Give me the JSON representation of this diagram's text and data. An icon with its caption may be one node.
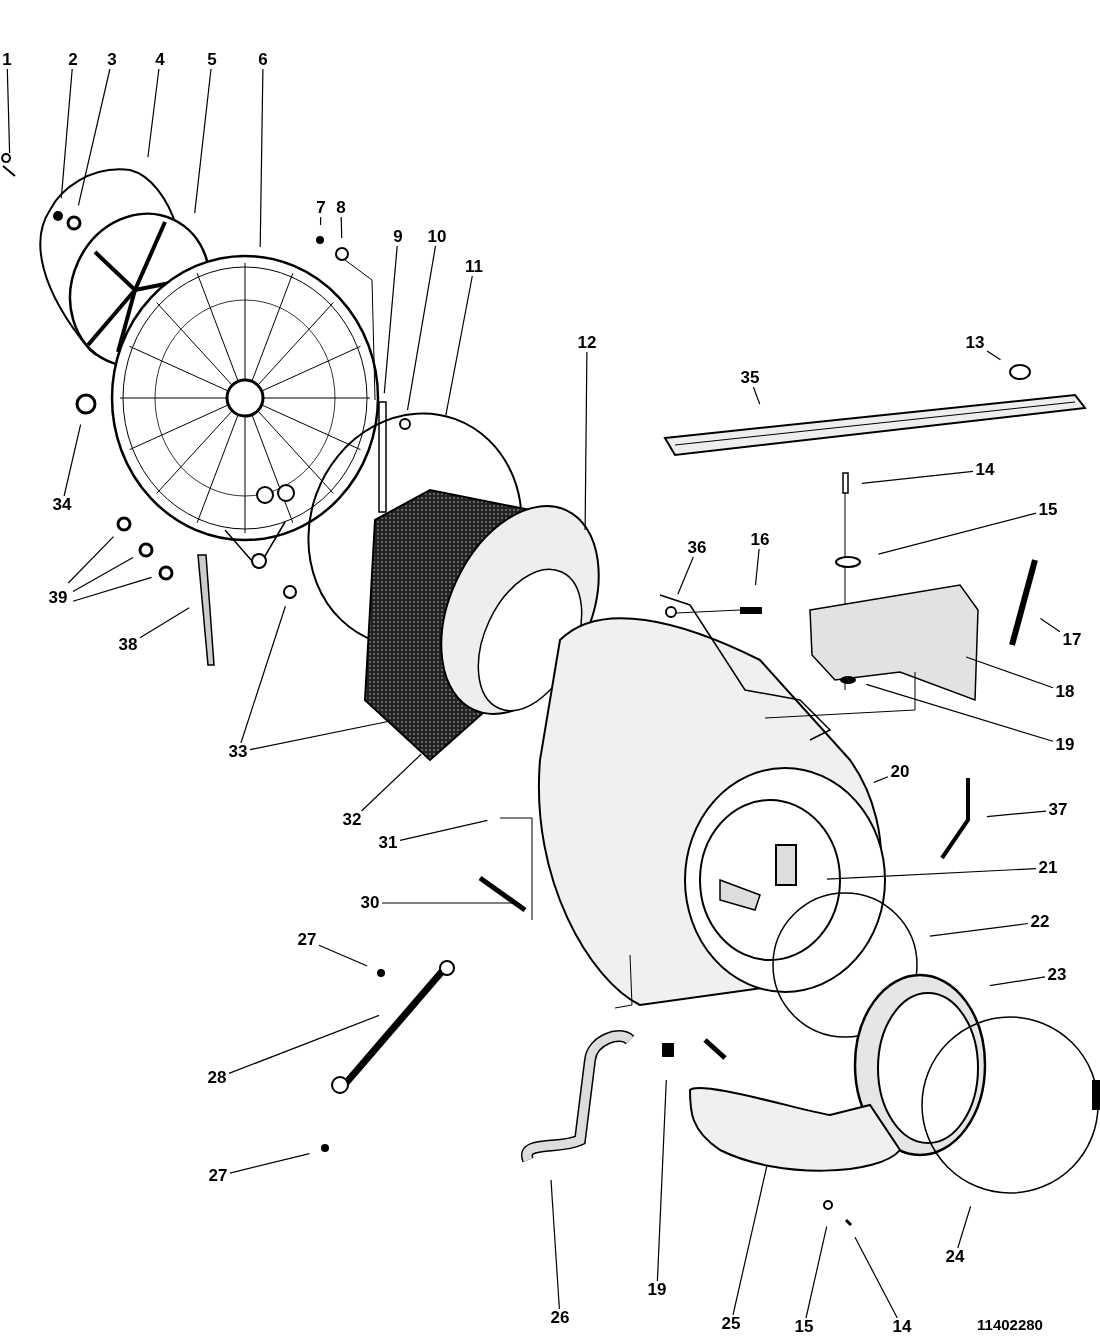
{
  "diagram": {
    "nodes": [
      {
        "text": [
          "1"
        ]
      },
      {
        "text": [
          "2"
        ]
      },
      {
        "text": [
          "3"
        ]
      },
      {
        "text": [
          "4"
        ]
      },
      {
        "text": [
          "5"
        ]
      },
      {
        "text": [
          "6"
        ]
      },
      {
        "text": [
          "7"
        ]
      },
      {
        "text": [
          "8"
        ]
      },
      {
        "text": [
          "9"
        ]
      },
      {
        "text": [
          "10"
        ]
      },
      {
        "text": [
          "11"
        ]
      },
      {
        "text": [
          "12"
        ]
      },
      {
        "text": [
          "13"
        ]
      },
      {
        "text": [
          "35"
        ]
      },
      {
        "text": [
          "14"
        ]
      },
      {
        "text": [
          "15"
        ]
      },
      {
        "text": [
          "36"
        ]
      },
      {
        "text": [
          "16"
        ]
      },
      {
        "text": [
          "17"
        ]
      },
      {
        "text": [
          "18"
        ]
      },
      {
        "text": [
          "19"
        ]
      },
      {
        "text": [
          "34"
        ]
      },
      {
        "text": [
          "39"
        ]
      },
      {
        "text": [
          "38"
        ]
      },
      {
        "text": [
          "33"
        ]
      },
      {
        "text": [
          "32"
        ]
      },
      {
        "text": [
          "31"
        ]
      },
      {
        "text": [
          "30"
        ]
      },
      {
        "text": [
          "20"
        ]
      },
      {
        "text": [
          "37"
        ]
      },
      {
        "text": [
          "21"
        ]
      },
      {
        "text": [
          "22"
        ]
      },
      {
        "text": [
          "23"
        ]
      },
      {
        "text": [
          "24"
        ]
      },
      {
        "text": [
          "27"
        ]
      },
      {
        "text": [
          "28"
        ]
      },
      {
        "text": [
          "27"
        ]
      },
      {
        "text": [
          "26"
        ]
      },
      {
        "text": [
          "19"
        ]
      },
      {
        "text": [
          "25"
        ]
      },
      {
        "text": [
          "15"
        ]
      },
      {
        "text": [
          "14"
        ]
      }
    ],
    "edges": [
      {
        "from": 0,
        "to": null,
        "arrow": "none"
      },
      {
        "from": 1,
        "to": null,
        "arrow": "none"
      },
      {
        "from": 2,
        "to": null,
        "arrow": "none"
      },
      {
        "from": 3,
        "to": null,
        "arrow": "none"
      },
      {
        "from": 4,
        "to": null,
        "arrow": "none"
      },
      {
        "from": 5,
        "to": null,
        "arrow": "none"
      },
      {
        "from": 6,
        "to": null,
        "arrow": "none"
      },
      {
        "from": 7,
        "to": null,
        "arrow": "none"
      },
      {
        "from": 8,
        "to": null,
        "arrow": "none"
      },
      {
        "from": 9,
        "to": null,
        "arrow": "none"
      },
      {
        "from": 10,
        "to": null,
        "arrow": "none"
      },
      {
        "from": 11,
        "to": null,
        "arrow": "none"
      },
      {
        "from": 12,
        "to": null,
        "arrow": "none"
      },
      {
        "from": 13,
        "to": null,
        "arrow": "none"
      },
      {
        "from": 14,
        "to": null,
        "arrow": "none"
      },
      {
        "from": 15,
        "to": null,
        "arrow": "none"
      },
      {
        "from": 16,
        "to": null,
        "arrow": "none"
      },
      {
        "from": 17,
        "to": null,
        "arrow": "none"
      },
      {
        "from": 18,
        "to": null,
        "arrow": "none"
      },
      {
        "from": 19,
        "to": null,
        "arrow": "none"
      },
      {
        "from": 20,
        "to": null,
        "arrow": "none"
      },
      {
        "from": 21,
        "to": null,
        "arrow": "none"
      },
      {
        "from": 22,
        "to": null,
        "arrow": "none"
      },
      {
        "from": 22,
        "to": null,
        "arrow": "none"
      },
      {
        "from": 22,
        "to": null,
        "arrow": "none"
      },
      {
        "from": 23,
        "to": null,
        "arrow": "none"
      },
      {
        "from": 24,
        "to": null,
        "arrow": "none"
      },
      {
        "from": 24,
        "to": null,
        "arrow": "none"
      },
      {
        "from": 25,
        "to": null,
        "arrow": "none"
      },
      {
        "from": 26,
        "to": null,
        "arrow": "none"
      },
      {
        "from": 27,
        "to": null,
        "arrow": "none"
      },
      {
        "from": 28,
        "to": null,
        "arrow": "none"
      },
      {
        "from": 29,
        "to": null,
        "arrow": "none"
      },
      {
        "from": 30,
        "to": null,
        "arrow": "none"
      },
      {
        "from": 31,
        "to": null,
        "arrow": "none"
      },
      {
        "from": 32,
        "to": null,
        "arrow": "none"
      },
      {
        "from": 33,
        "to": null,
        "arrow": "none"
      },
      {
        "from": 34,
        "to": null,
        "arrow": "none"
      },
      {
        "from": 35,
        "to": null,
        "arrow": "none"
      },
      {
        "from": 36,
        "to": null,
        "arrow": "none"
      },
      {
        "from": 37,
        "to": null,
        "arrow": "none"
      },
      {
        "from": 38,
        "to": null,
        "arrow": "none"
      },
      {
        "from": 39,
        "to": null,
        "arrow": "none"
      },
      {
        "from": 40,
        "to": null,
        "arrow": "none"
      },
      {
        "from": 41,
        "to": null,
        "arrow": "none"
      }
    ],
    "labels": [
      "11402280"
    ]
  }
}
